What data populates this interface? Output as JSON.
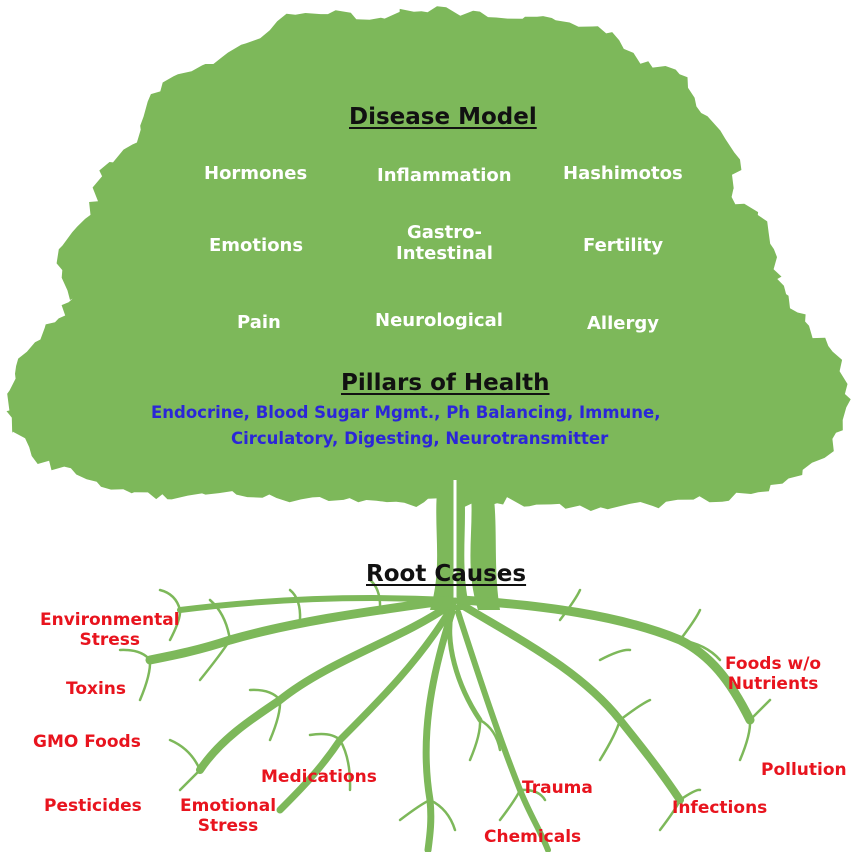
{
  "colors": {
    "tree_green": "#7db85a",
    "disease_text": "#ffffff",
    "pillars_text": "#2b26d8",
    "root_text": "#e8141e",
    "heading_text": "#111111"
  },
  "disease_model": {
    "heading": "Disease Model",
    "items": [
      "Hormones",
      "Inflammation",
      "Hashimotos",
      "Emotions",
      "Gastro-",
      "Intestinal",
      "Fertility",
      "Pain",
      "Neurological",
      "Allergy"
    ]
  },
  "pillars_of_health": {
    "heading": "Pillars of Health",
    "line1": "Endocrine, Blood Sugar Mgmt., Ph Balancing, Immune,",
    "line2": "Circulatory, Digesting, Neurotransmitter"
  },
  "root_causes": {
    "heading": "Root Causes",
    "items": [
      "Environmental",
      "Stress",
      "Toxins",
      "GMO Foods",
      "Pesticides",
      "Emotional",
      "Stress",
      "Medications",
      "Chemicals",
      "Trauma",
      "Foods w/o",
      "Nutrients",
      "Pollution",
      "Infections"
    ]
  }
}
